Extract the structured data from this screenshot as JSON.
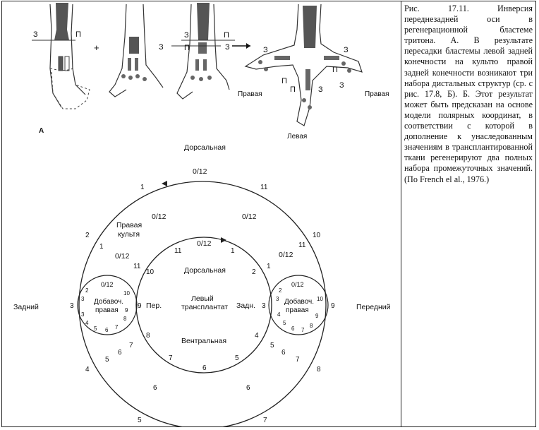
{
  "figure": {
    "panel_label": "A",
    "limb_labels": {
      "z": "З",
      "p": "П",
      "plus": "+",
      "right_1": "Правая",
      "right_2": "Правая",
      "left": "Левая"
    },
    "diagram": {
      "dorsal_top": "Дорсальная",
      "posterior": "Задний",
      "anterior": "Передний",
      "stump": "Правая культя",
      "stump_line1": "Правая",
      "stump_line2": "культя",
      "graft_dorsal": "Дорсальная",
      "graft_ventral": "Вентральная",
      "graft_title_1": "Левый",
      "graft_title_2": "трансплантат",
      "graft_left": "Пер.",
      "graft_right": "Задн.",
      "supernumerary_1": "Добавоч.",
      "supernumerary_2": "правая",
      "zero_twelve": "0/12"
    }
  },
  "caption": {
    "text": "Рис. 17.11. Инверсия переднезадней оси в регенерационной бластеме тритона. А. В результате пересадки бластемы левой задней конечности на культю правой задней конечности возникают три набора дистальных структур (ср. с рис. 17.8, Б). Б. Этот результат может быть предсказан на основе модели полярных координат, в соответствии с которой в дополнение к унаследованным значениям в трансплантированной ткани регенерируют два полных набора промежуточных значений. (По French el al., 1976.)"
  }
}
